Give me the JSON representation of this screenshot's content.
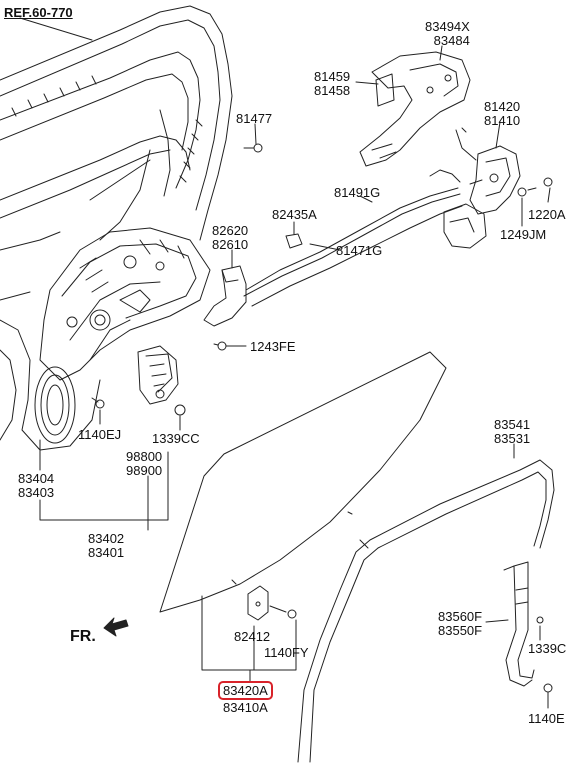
{
  "diagram": {
    "reference": "REF.60-770",
    "direction_label": "FR.",
    "highlight_color": "#d8232a",
    "line_color": "#222222",
    "parts": [
      {
        "id": "p83494",
        "numbers": [
          "83494X",
          "83484"
        ]
      },
      {
        "id": "p81459",
        "numbers": [
          "81459",
          "81458"
        ]
      },
      {
        "id": "p81477",
        "numbers": [
          "81477"
        ]
      },
      {
        "id": "p81420",
        "numbers": [
          "81420",
          "81410"
        ]
      },
      {
        "id": "p81491",
        "numbers": [
          "81491G"
        ]
      },
      {
        "id": "p82435",
        "numbers": [
          "82435A"
        ]
      },
      {
        "id": "p82620",
        "numbers": [
          "82620",
          "82610"
        ]
      },
      {
        "id": "p81471",
        "numbers": [
          "81471G"
        ]
      },
      {
        "id": "p1220",
        "numbers": [
          "1220A"
        ]
      },
      {
        "id": "p1249",
        "numbers": [
          "1249JM"
        ]
      },
      {
        "id": "p1243",
        "numbers": [
          "1243FE"
        ]
      },
      {
        "id": "p1140ej",
        "numbers": [
          "1140EJ"
        ]
      },
      {
        "id": "p1339a",
        "numbers": [
          "1339CC"
        ]
      },
      {
        "id": "p83404",
        "numbers": [
          "83404",
          "83403"
        ]
      },
      {
        "id": "p98800",
        "numbers": [
          "98800",
          "98900"
        ]
      },
      {
        "id": "p83402",
        "numbers": [
          "83402",
          "83401"
        ]
      },
      {
        "id": "p83541",
        "numbers": [
          "83541",
          "83531"
        ]
      },
      {
        "id": "p83560",
        "numbers": [
          "83560F",
          "83550F"
        ]
      },
      {
        "id": "p1339b",
        "numbers": [
          "1339C"
        ]
      },
      {
        "id": "p82412",
        "numbers": [
          "82412"
        ]
      },
      {
        "id": "p1140fy",
        "numbers": [
          "1140FY"
        ]
      },
      {
        "id": "p83420",
        "numbers": [
          "83420A",
          "83410A"
        ],
        "highlighted": "83420A"
      },
      {
        "id": "p1140e",
        "numbers": [
          "1140E"
        ]
      }
    ]
  }
}
